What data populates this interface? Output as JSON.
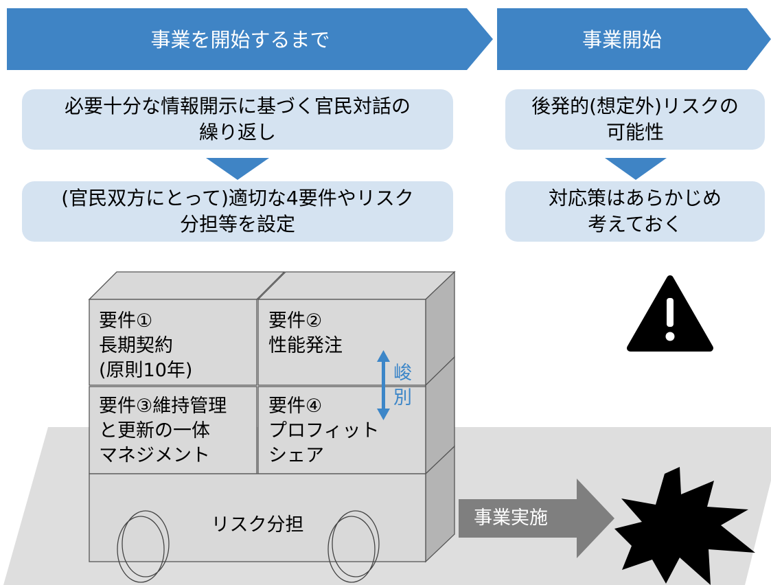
{
  "banners": [
    {
      "label": "事業を開始するまで"
    },
    {
      "label": "事業開始"
    }
  ],
  "left_boxes": [
    {
      "text": "必要十分な情報開示に基づく官民対話の\n繰り返し"
    },
    {
      "text": "(官民双方にとって)適切な4要件やリスク\n分担等を設定"
    }
  ],
  "right_boxes": [
    {
      "text": "後発的(想定外)リスクの\n可能性"
    },
    {
      "text": "対応策はあらかじめ\n考えておく"
    }
  ],
  "cargo": {
    "req1": "要件①\n長期契約\n(原則10年)",
    "req2": "要件②\n性能発注",
    "req3": "要件③維持管理\nと更新の一体\nマネジメント",
    "req4": "要件④\nプロフィット\nシェア",
    "separation": "峻\n別",
    "base": "リスク分担"
  },
  "arrow_label": "事業実施",
  "colors": {
    "banner": "#3f84c5",
    "box": "#d5e3f1",
    "triangle": "#3f84c5",
    "cube_front": "#d9d9d9",
    "cube_side": "#b4b4b4",
    "road": "#dedede",
    "arrow": "#7f7f7f"
  },
  "icons": [
    "warning-icon",
    "explosion-icon"
  ]
}
